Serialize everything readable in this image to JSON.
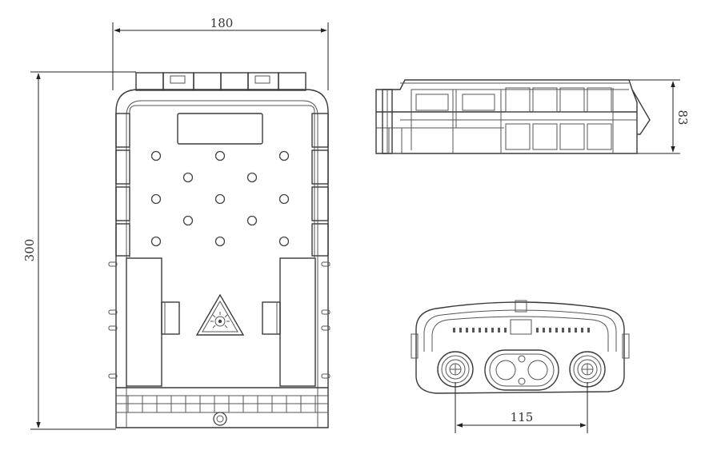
{
  "dimensions": {
    "width_label": "180",
    "height_label": "300",
    "depth_label": "83",
    "port_spacing_label": "115"
  },
  "colors": {
    "line": "#3a3a3a",
    "background": "#ffffff"
  },
  "icons": {
    "warning": "laser-warning-icon"
  }
}
